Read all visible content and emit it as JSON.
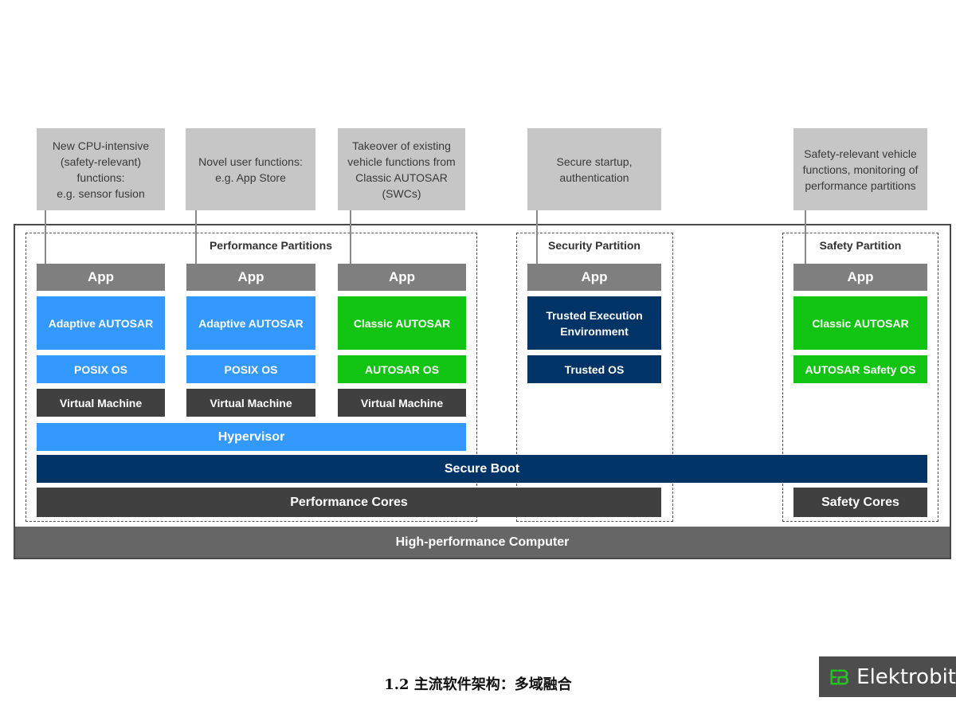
{
  "notes": [
    {
      "text": "New CPU-intensive\n(safety-relevant)\nfunctions:\ne.g. sensor fusion"
    },
    {
      "text": "Novel user functions:\ne.g. App Store"
    },
    {
      "text": "Takeover of existing\nvehicle functions from\nClassic AUTOSAR\n(SWCs)"
    },
    {
      "text": "Secure startup,\nauthentication"
    },
    {
      "text": "Safety-relevant vehicle\nfunctions, monitoring of\nperformance partitions"
    }
  ],
  "partitions": {
    "performance": "Performance Partitions",
    "security": "Security Partition",
    "safety": "Safety Partition"
  },
  "columns": [
    {
      "app": "App",
      "runtime": "Adaptive AUTOSAR",
      "os": "POSIX OS",
      "vm": "Virtual Machine"
    },
    {
      "app": "App",
      "runtime": "Adaptive AUTOSAR",
      "os": "POSIX OS",
      "vm": "Virtual Machine"
    },
    {
      "app": "App",
      "runtime": "Classic AUTOSAR",
      "os": "AUTOSAR OS",
      "vm": "Virtual Machine"
    },
    {
      "app": "App",
      "runtime": "Trusted Execution\nEnvironment",
      "os": "Trusted OS"
    },
    {
      "app": "App",
      "runtime": "Classic AUTOSAR",
      "os": "AUTOSAR Safety OS"
    }
  ],
  "layers": {
    "hypervisor": "Hypervisor",
    "secure_boot": "Secure Boot",
    "performance_cores": "Performance Cores",
    "safety_cores": "Safety Cores",
    "hpc": "High-performance Computer"
  },
  "caption": "1.2 主流软件架构：多域融合",
  "logo": {
    "text": "Elektrobit",
    "icon": "elektrobit-eb-logo-icon",
    "color": "#22c422"
  },
  "colors": {
    "adaptive_blue": "#3399ff",
    "classic_green": "#11c411",
    "security_navy": "#003366",
    "vm_dark": "#404040",
    "app_gray": "#7f7f7f"
  }
}
